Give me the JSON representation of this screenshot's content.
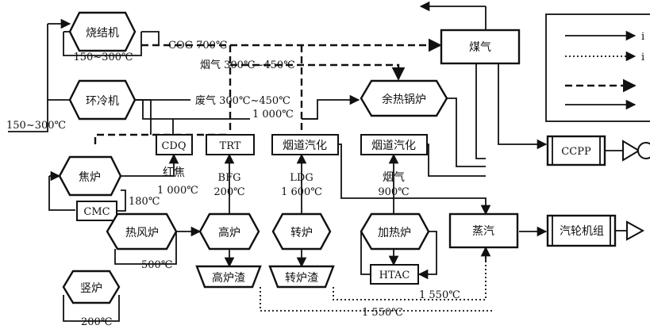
{
  "nodes": {
    "sinter": "烧结机",
    "annular_cooler": "环冷机",
    "coke_oven": "焦炉",
    "cmc": "CMC",
    "hot_stove": "热风炉",
    "shaft_furnace": "竖炉",
    "cdq": "CDQ",
    "trt": "TRT",
    "flue_vapor_1": "烟道汽化",
    "flue_vapor_2": "烟道汽化",
    "blast_furnace": "高炉",
    "converter": "转炉",
    "heating_furnace": "加热炉",
    "bf_slag": "高炉渣",
    "converter_slag": "转炉渣",
    "htac": "HTAC",
    "waste_heat_boiler": "余热锅炉",
    "gas": "煤气",
    "steam": "蒸汽",
    "ccpp": "CCPP",
    "turbine": "汽轮机组"
  },
  "labels": {
    "sinter_loop": "150~300℃",
    "cooler_loop": "150~300℃",
    "cog": "COG 700℃",
    "flue_gas_range": "烟气  300℃~450℃",
    "exhaust_range": "废气  300℃~450℃",
    "temp_1000": "1 000℃",
    "red_coke": "红焦",
    "red_coke_temp": "1 000℃",
    "cmc_temp": "180℃",
    "bfg": "BFG",
    "bfg_temp": "200℃",
    "ldg": "LDG",
    "ldg_temp": "1 600℃",
    "flue_gas": "烟气",
    "flue_gas_temp": "900℃",
    "hot_stove_temp": "500℃",
    "shaft_temp": "200℃",
    "slag_temp_1": "1 550℃",
    "slag_temp_2": "1 550℃"
  },
  "legend": {
    "item1": "i",
    "item2": "i"
  }
}
